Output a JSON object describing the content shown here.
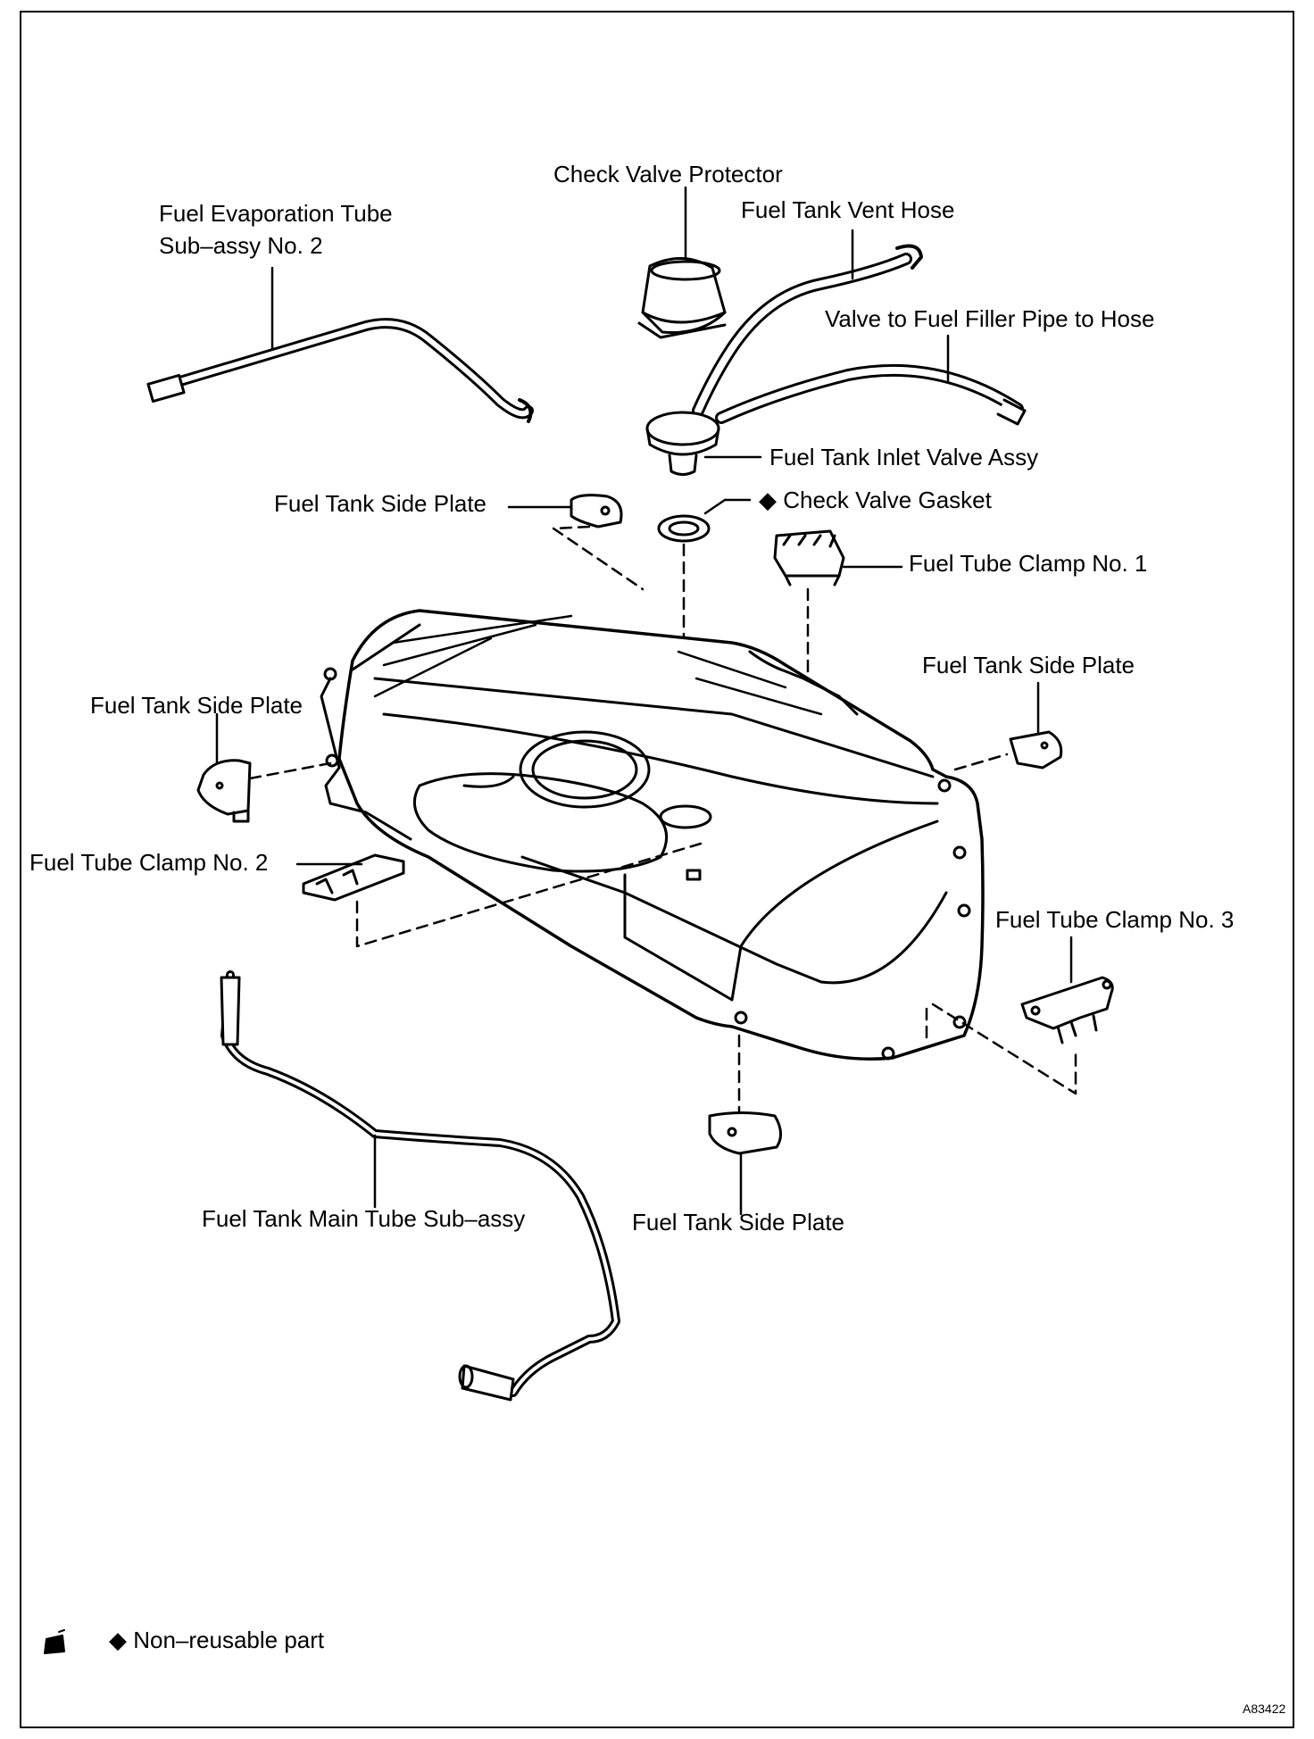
{
  "labels": {
    "check_valve_protector": "Check Valve Protector",
    "fuel_tank_vent_hose": "Fuel Tank Vent Hose",
    "fuel_evap_tube_line1": "Fuel Evaporation Tube",
    "fuel_evap_tube_line2": "Sub–assy No. 2",
    "valve_to_filler_hose": "Valve to Fuel Filler Pipe to Hose",
    "inlet_valve_assy": "Fuel Tank Inlet Valve Assy",
    "side_plate_top": "Fuel Tank Side Plate",
    "check_valve_gasket": "Check Valve Gasket",
    "tube_clamp_1": "Fuel Tube Clamp No. 1",
    "side_plate_right": "Fuel Tank Side Plate",
    "side_plate_left": "Fuel Tank Side Plate",
    "tube_clamp_2": "Fuel Tube Clamp No. 2",
    "tube_clamp_3": "Fuel Tube Clamp No. 3",
    "main_tube_assy": "Fuel Tank Main Tube Sub–assy",
    "side_plate_bottom": "Fuel Tank Side Plate"
  },
  "legend": {
    "symbol": "◆",
    "text": "Non–reusable part"
  },
  "figure_id": "A83422",
  "icons": {
    "non_reusable": "diamond-icon",
    "corner_mark": "manual-mark-icon"
  }
}
